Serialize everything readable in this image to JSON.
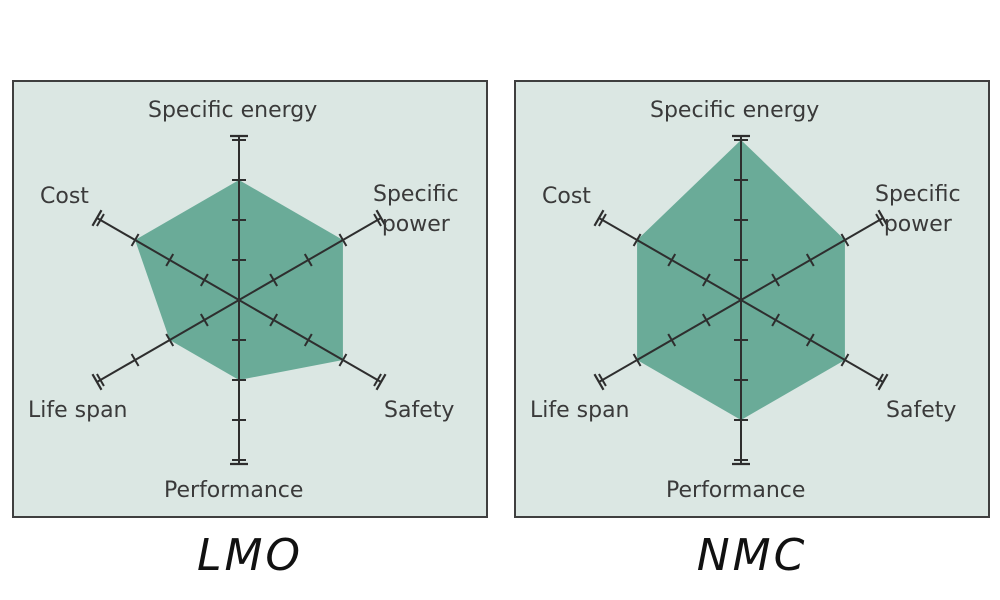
{
  "chart_data": [
    {
      "type": "radar",
      "title": "LMO",
      "axes": [
        "Specific energy",
        "Specific power",
        "Safety",
        "Performance",
        "Life span",
        "Cost"
      ],
      "axis_labels": {
        "specific_energy": "Specific energy",
        "specific_power": [
          "Specific",
          "power"
        ],
        "safety": "Safety",
        "performance": "Performance",
        "life_span": "Life span",
        "cost": "Cost"
      },
      "range": [
        0,
        4
      ],
      "ticks": 4,
      "values": [
        3,
        3,
        3,
        2,
        2,
        3
      ],
      "fill_color": "#6aab98"
    },
    {
      "type": "radar",
      "title": "NMC",
      "axes": [
        "Specific energy",
        "Specific power",
        "Safety",
        "Performance",
        "Life span",
        "Cost"
      ],
      "axis_labels": {
        "specific_energy": "Specific energy",
        "specific_power": [
          "Specific",
          "power"
        ],
        "safety": "Safety",
        "performance": "Performance",
        "life_span": "Life span",
        "cost": "Cost"
      },
      "range": [
        0,
        4
      ],
      "ticks": 4,
      "values": [
        4,
        3,
        3,
        3,
        3,
        3
      ],
      "fill_color": "#6aab98"
    }
  ],
  "colors": {
    "panel_bg": "#dbe7e3",
    "axis": "#2e2e2e",
    "border": "#3f3f3f"
  }
}
